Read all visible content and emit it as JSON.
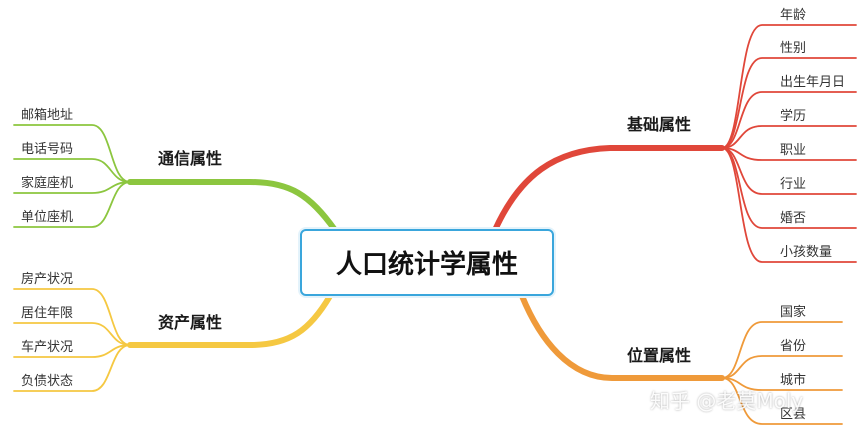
{
  "central": {
    "label": "人口统计学属性",
    "color": "#3aa6dc"
  },
  "branches": [
    {
      "id": "basic",
      "label": "基础属性",
      "color": "#e0473a",
      "leaves": [
        "年龄",
        "性别",
        "出生年月日",
        "学历",
        "职业",
        "行业",
        "婚否",
        "小孩数量"
      ]
    },
    {
      "id": "location",
      "label": "位置属性",
      "color": "#ef9a3a",
      "leaves": [
        "国家",
        "省份",
        "城市",
        "区县"
      ]
    },
    {
      "id": "contact",
      "label": "通信属性",
      "color": "#8cc63f",
      "leaves": [
        "邮箱地址",
        "电话号码",
        "家庭座机",
        "单位座机"
      ]
    },
    {
      "id": "asset",
      "label": "资产属性",
      "color": "#f5c842",
      "leaves": [
        "房产状况",
        "居住年限",
        "车产状况",
        "负债状态"
      ]
    }
  ],
  "watermark": "知乎 @老莫Moly"
}
